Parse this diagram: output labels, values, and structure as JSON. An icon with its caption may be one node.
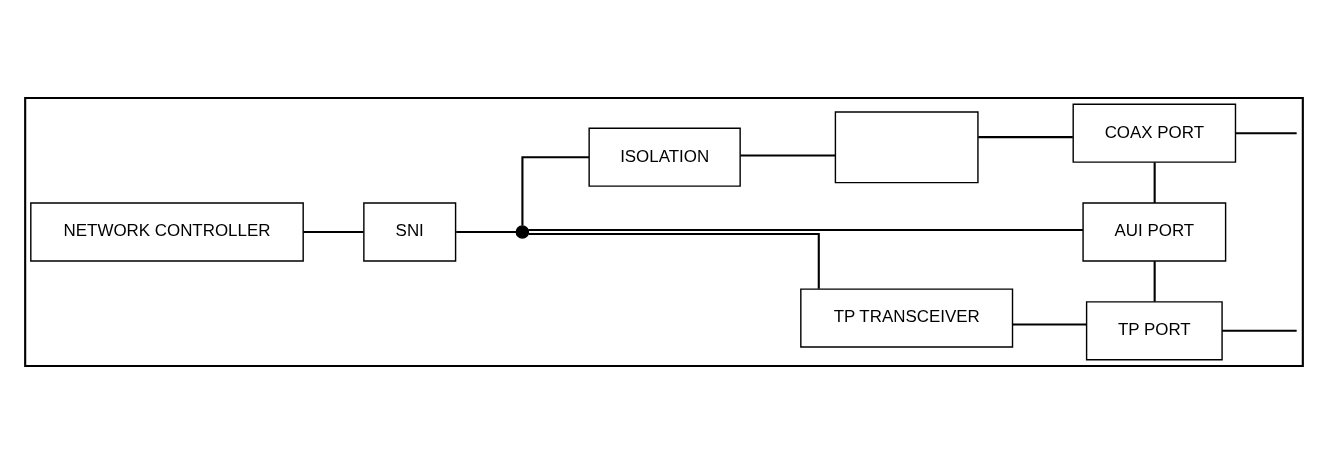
{
  "diagram": {
    "nodes": [
      {
        "text": [],
        "shape": "box"
      },
      {
        "text": [
          "NETWORK CONTROLLER"
        ],
        "in": 0
      },
      {
        "text": [
          "SNI"
        ],
        "in": 0
      },
      {
        "text": [],
        "shape": "circle",
        "in": 0
      },
      {
        "text": [
          "TP TRANSCEIVER"
        ],
        "in": 0
      },
      {
        "text": [
          "TP PORT"
        ],
        "in": 0
      },
      {
        "text": [
          "AUI PORT"
        ],
        "in": 0
      },
      {
        "text": [
          "ISOLATION"
        ],
        "in": 0
      },
      {
        "text": [],
        "shape": "box",
        "in": 0
      },
      {
        "text": [
          "COAX PORT"
        ],
        "in": 0
      }
    ],
    "edges": [
      {
        "from": 1,
        "to": 2,
        "arrow": "none"
      },
      {
        "from": 2,
        "to": 3,
        "arrow": "none"
      },
      {
        "from": 3,
        "to": 4,
        "arrow": "none"
      },
      {
        "from": 3,
        "to": 6,
        "arrow": "none"
      },
      {
        "from": 3,
        "to": 7,
        "arrow": "none"
      },
      {
        "from": 4,
        "to": 5,
        "arrow": "none"
      },
      {
        "from": 7,
        "to": 8,
        "arrow": "none"
      },
      {
        "from": 8,
        "to": 9,
        "arrow": "none"
      },
      {
        "from": 5,
        "to": 6,
        "arrow": "none"
      },
      {
        "from": 6,
        "to": 9,
        "arrow": "none"
      },
      {
        "from": 5,
        "to": 0,
        "arrow": "none"
      },
      {
        "from": 9,
        "to": 0,
        "arrow": "none"
      }
    ]
  }
}
